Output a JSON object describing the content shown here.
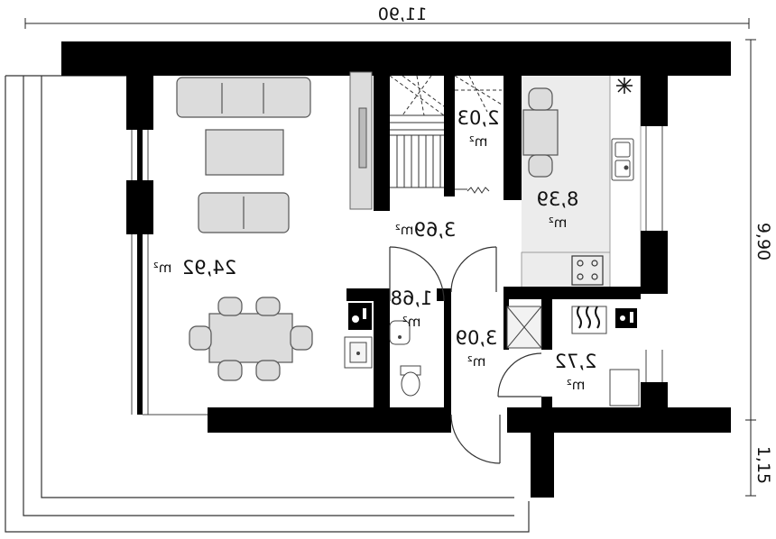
{
  "dimensions": {
    "width_total": "11,90",
    "depth_total": "9,90",
    "terrace_depth": "1,15"
  },
  "rooms": {
    "living": {
      "area": "24,92",
      "unit": "m²"
    },
    "storage_stairs": {
      "area": "2,03",
      "unit": "m²"
    },
    "kitchen": {
      "area": "8,39",
      "unit": "m²"
    },
    "hall": {
      "area": "3,69",
      "unit": "m²"
    },
    "wc": {
      "area": "1,68",
      "unit": "m²"
    },
    "vestibule": {
      "area": "3,09",
      "unit": "m²"
    },
    "utility": {
      "area": "2,72",
      "unit": "m²"
    }
  },
  "icons": {
    "fridge": "snowflake-icon",
    "boiler": "heat-waves-icon"
  },
  "colors": {
    "wall": "#000000",
    "furniture_fill": "#dcdcdc",
    "furniture_stroke": "#555555",
    "kitchen_zone": "#ececec"
  }
}
